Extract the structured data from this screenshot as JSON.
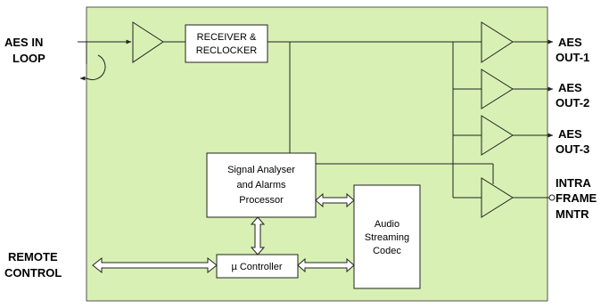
{
  "inputs": {
    "aes_in": [
      "AES IN",
      "LOOP"
    ],
    "remote": [
      "REMOTE",
      "CONTROL"
    ]
  },
  "blocks": {
    "receiver": [
      "RECEIVER &",
      "RECLOCKER"
    ],
    "analyser": [
      "Signal Analyser",
      "and Alarms",
      "Processor"
    ],
    "codec": [
      "Audio",
      "Streaming",
      "Codec"
    ],
    "controller": "µ Controller"
  },
  "outputs": {
    "out1": [
      "AES",
      "OUT-1"
    ],
    "out2": [
      "AES",
      "OUT-2"
    ],
    "out3": [
      "AES",
      "OUT-3"
    ],
    "intra": [
      "INTRA",
      "FRAME",
      "MNTR"
    ]
  },
  "colors": {
    "board": "#d8f0b4",
    "line": "#222222"
  }
}
